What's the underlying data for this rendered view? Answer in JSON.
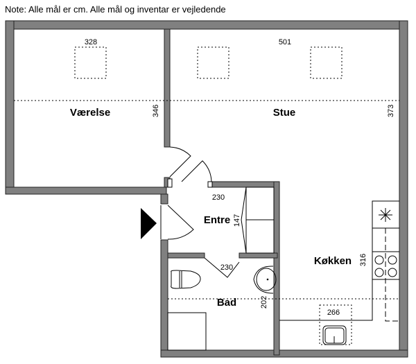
{
  "note": "Note: Alle mål er cm. Alle mål og inventar er vejledende",
  "rooms": {
    "vaerelse": {
      "label": "Værelse",
      "width": "328",
      "depth": "346"
    },
    "stue": {
      "label": "Stue",
      "width": "501",
      "depth": "373"
    },
    "entre": {
      "label": "Entre",
      "width": "230",
      "depth": "147"
    },
    "bad": {
      "label": "Bad",
      "width": "230",
      "depth": "202"
    },
    "kokken": {
      "label": "Køkken",
      "width": "266",
      "depth": "316"
    }
  }
}
